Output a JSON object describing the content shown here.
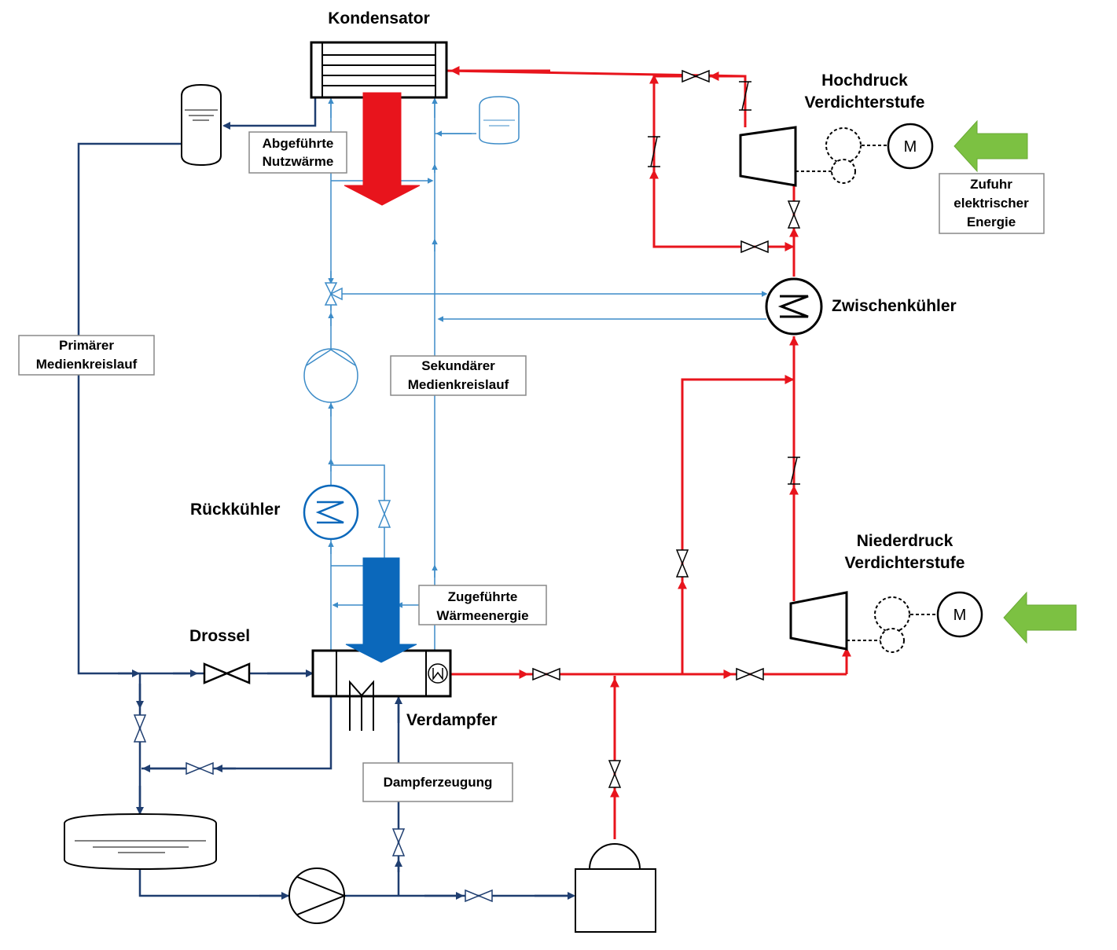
{
  "labels": {
    "kondensator": "Kondensator",
    "hochdruck_1": "Hochdruck",
    "hochdruck_2": "Verdichterstufe",
    "zwischenkuehler": "Zwischenkühler",
    "rueckkuehler": "Rückkühler",
    "drossel": "Drossel",
    "verdampfer": "Verdampfer",
    "niederdruck_1": "Niederdruck",
    "niederdruck_2": "Verdichterstufe"
  },
  "boxes": {
    "abgefuehrte_1": "Abgeführte",
    "abgefuehrte_2": "Nutzwärme",
    "primaer_1": "Primärer",
    "primaer_2": "Medienkreislauf",
    "sekundaer_1": "Sekundärer",
    "sekundaer_2": "Medienkreislauf",
    "zugefuehrte_1": "Zugeführte",
    "zugefuehrte_2": "Wärmeenergie",
    "zufuhr_1": "Zufuhr",
    "zufuhr_2": "elektrischer",
    "zufuhr_3": "Energie",
    "dampferzeugung": "Dampferzeugung"
  },
  "motors": {
    "hochdruck_motor": "M",
    "niederdruck_motor": "M"
  },
  "colors": {
    "refrigerant_hot": "#e8141c",
    "primary_circuit": "#1f3e70",
    "secondary_circuit": "#3d8cc8",
    "heat_out_arrow": "#e8141c",
    "heat_in_arrow": "#0b68bb",
    "energy_in_arrow": "#7cc142"
  }
}
